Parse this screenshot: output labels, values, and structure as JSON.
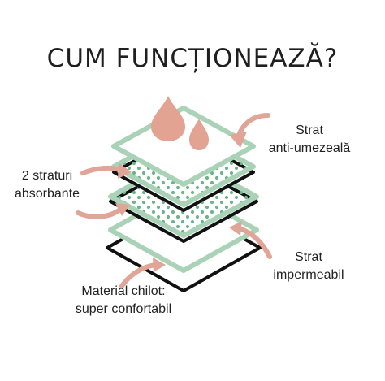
{
  "title": "CUM FUNCȚIONEAZĂ?",
  "labels": {
    "top_layer": {
      "line1": "Strat",
      "line2": "anti-umezeală"
    },
    "absorbent_layers": {
      "line1": "2 straturi",
      "line2": "absorbante"
    },
    "waterproof_layer": {
      "line1": "Strat",
      "line2": "impermeabil"
    },
    "fabric_layer": {
      "line1": "Material chilot:",
      "line2": "super confortabil"
    }
  },
  "colors": {
    "mint": "#a9d2b7",
    "dots": "#6bb58a",
    "drop": "#e3a392",
    "arrow": "#e0a596",
    "outline": "#111111"
  },
  "icons": [
    "water-drop-icon",
    "curved-arrow-icon"
  ]
}
